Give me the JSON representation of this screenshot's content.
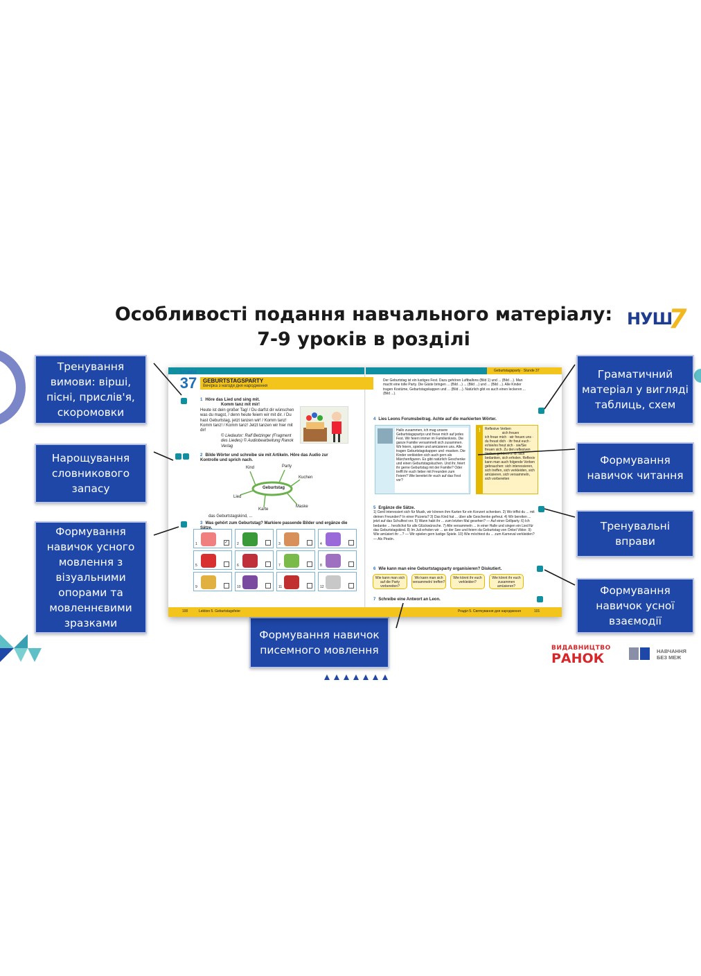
{
  "title": {
    "line1": "Особливості подання навчального матеріалу:",
    "line2": "7-9 уроків в розділі"
  },
  "logo": {
    "nush_text": "НУШ",
    "nush_number": "7"
  },
  "callouts": {
    "pronunciation": "Тренування вимови: вірші, пісні, прислів'я, скоромовки",
    "vocabulary": "Нарощування словникового запасу",
    "speaking_visual": "Формування навичок усного мовлення з візуальними опорами та мовленнєвими зразками",
    "writing": "Формування навичок писемного мовлення",
    "grammar": "Граматичний матеріал у вигляді таблиць, схем",
    "reading": "Формування навичок читання",
    "exercises": "Тренувальні вправи",
    "interaction": "Формування навичок усної взаємодії"
  },
  "book": {
    "stunde_label": "STUNDE",
    "stunde_number": "37",
    "lesson_title_de": "GEBURTSTAGSPARTY",
    "lesson_title_ua": "Вечірка з нагоди дня народження",
    "header_right": "Geburtstagsparty · Stunde 37",
    "ex1_num": "1",
    "ex1_title": "Höre das Lied und sing mit.",
    "ex1_song_title": "Komm tanz mit mir!",
    "ex1_lines": "Heute ist dein großer Tag! / Du darfst dir wünschen was du magst, / denn heute feiern wir mit dir. / Du hast Geburtstag, jetzt tanzen wir! / Komm tanz! Komm tanz! / Komm tanz! Jetzt tanzen wir hier mit dir!",
    "ex1_credit": "© Liedautor: Ralf Betzinger (Fragment des Liedes) © Audiobearbeitung Ranok Verlag",
    "ex2_num": "2",
    "ex2_title": "Bilde Wörter und schreibe sie mit Artikeln. Höre das Audio zur Kontrolle und sprich nach.",
    "mindmap_center": "Geburtstag",
    "mindmap_words": [
      "Kind",
      "Party",
      "Kuchen",
      "Lied",
      "Maske",
      "Karte"
    ],
    "ex2_example": "das Geburtstagskind, ...",
    "ex3_num": "3",
    "ex3_title": "Was gehört zum Geburtstag? Markiere passende Bilder und ergänze die Sätze.",
    "grid_numbers": [
      "1",
      "2",
      "3",
      "4",
      "5",
      "6",
      "7",
      "8",
      "9",
      "10",
      "11",
      "12"
    ],
    "right_top_text": "Der Geburtstag ist ein lustiges Fest. Dazu gehören Luftballons (Bild 1) und ... (Bild ...). Man macht eine tolle Party. Die Gäste bringen ... (Bild ...) ... (Bild ...) und ... (Bild ...). Alle Kinder tragen Kostüme, Geburtstagskappen und ... (Bild ...). Natürlich gibt es auch einen leckeren ... (Bild ...).",
    "ex4_num": "4",
    "ex4_title": "Lies Leons Forumsbeitrag. Achte auf die markierten Wörter.",
    "forum_text": "Hallo zusammen, ich mag unsere Geburtstagspartys und freue mich auf jedes Fest. Wir feiern immer im Familienkreis. Die ganze Familie versammelt sich zusammen. Wir feiern, spielen und amüsieren uns. Alle tragen Geburtstagskappen und -masken. Die Kinder verkleiden sich auch gern als Märchenfiguren. Es gibt natürlich Geschenke und einen Geburtstagskuchen. Und ihr, feiert ihr gerne Geburtstag mit der Familie? Oder trefft ihr euch lieber mit Freunden zum Feiern? Wie bereitet ihr euch auf das Fest vor?",
    "grammar_title": "Reflexive Verben",
    "grammar_verb": "sich freuen",
    "grammar_text": "ich freue mich · wir freuen uns · du freust dich · ihr freut euch · er/sie/es freut sich · sie/Sie freuen sich. Zu den reflexiven Verben gehören z. B. sich bedanken, sich erholen. Reflexiv kann man auch folgende Verben gebrauchen: sich interessieren, sich treffen, sich verkleiden, sich amüsieren, sich versammeln, sich vorbereiten",
    "ex5_num": "5",
    "ex5_title": "Ergänze die Sätze.",
    "ex5_lines": "1) Gerd interessiert sich für Musik, wir können ihm Karten für ein Konzert schenken. 2) Wo triffst du ... mit deinen Freunden? In einer Pizzeria? 3) Das Kind hat ... über alle Geschenke gefreut. 4) Wir bereiten ... jetzt auf das Schulfest vor. 5) Wann habt ihr ... zum letzten Mal gesehen? — Auf einer Grillparty. 6) Ich bedanke ... herzlichst für alle Glückwünsche. 7) Alle versammeln ... in einer Halle und singen ein Lied für das Geburtstagskind. 8) Im Juli erholen wir ... an der See und feiern da Geburtstag von Onkel Viktor. 9) Wie amüsiert ihr ...? — Wir spielen gern lustige Spiele. 10) Wie möchtest du ... zum Karneval verkleiden? — Als Piratin.",
    "ex6_num": "6",
    "ex6_title": "Wie kann man eine Geburtstagsparty organisieren? Diskutiert.",
    "pills": [
      "Wie kann man sich auf die Party vorbereiten?",
      "Wo kann man sich versammeln/ treffen?",
      "Wie könnt ihr euch verkleiden?",
      "Wie könnt ihr euch zusammen amüsieren?"
    ],
    "ex7_num": "7",
    "ex7_title": "Schreibe eine Antwort an Leon.",
    "page_left": "100",
    "page_left_title": "Lektion 5. Geburtstagsfeier",
    "page_right_title": "Розділ 5. Святкування дня народження",
    "page_right": "101"
  },
  "publisher": {
    "ranok_top": "ВИДАВНИЦТВО",
    "ranok_name": "РАНОК",
    "nbm_line1": "НАВЧАННЯ",
    "nbm_line2": "БЕЗ МЕЖ"
  },
  "colors": {
    "callout_bg": "#1e47a8",
    "teal": "#0f8fa0",
    "yellow": "#f2c41c",
    "ranok_red": "#d6262a"
  }
}
